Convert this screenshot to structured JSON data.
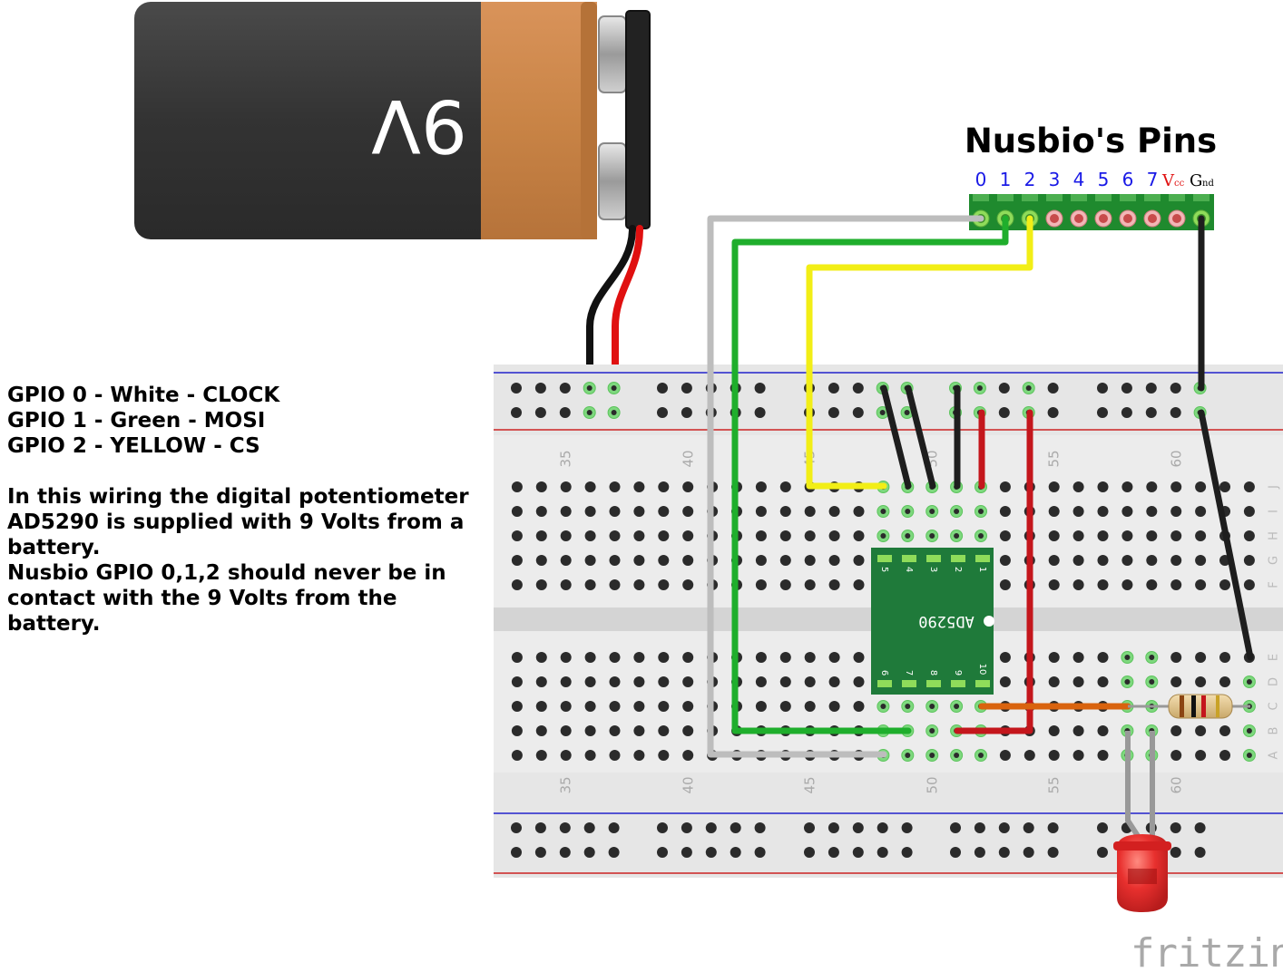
{
  "battery": {
    "label": "9V"
  },
  "header": {
    "title": "Nusbio's Pins"
  },
  "pin_labels": [
    "0",
    "1",
    "2",
    "3",
    "4",
    "5",
    "6",
    "7"
  ],
  "pin_vcc": {
    "main": "V",
    "sub": "cc"
  },
  "pin_gnd": {
    "main": "G",
    "sub": "nd"
  },
  "wiring_notes": [
    "GPIO 0 - White - CLOCK",
    "GPIO 1 - Green - MOSI",
    "GPIO 2 - YELLOW - CS"
  ],
  "description": [
    "In this wiring the digital potentiometer",
    "AD5290 is supplied with 9 Volts from a",
    "battery.",
    "Nusbio GPIO 0,1,2 should never be in",
    "contact with the 9 Volts from the",
    "battery."
  ],
  "chip": {
    "name": "AD5290",
    "top_pins": [
      "5",
      "4",
      "3",
      "2",
      "1"
    ],
    "bottom_pins": [
      "6",
      "7",
      "8",
      "9",
      "10"
    ]
  },
  "breadboard": {
    "column_numbers": [
      "35",
      "40",
      "45",
      "50",
      "55",
      "60"
    ],
    "row_letters_top": [
      "J",
      "I",
      "H",
      "G",
      "F"
    ],
    "row_letters_bottom": [
      "E",
      "D",
      "C",
      "B",
      "A"
    ]
  },
  "brand": "fritzing",
  "colors": {
    "wire_white": "#bdbdbd",
    "wire_green": "#1fae2c",
    "wire_yellow": "#f2ee16",
    "wire_black": "#1e1e1e",
    "wire_red": "#c4161c",
    "wire_orange": "#d9630e",
    "pcb_green": "#1f7a3a",
    "led_red": "#e8302e",
    "pin_blue": "#1a1ae6",
    "pin_red": "#e01010"
  }
}
